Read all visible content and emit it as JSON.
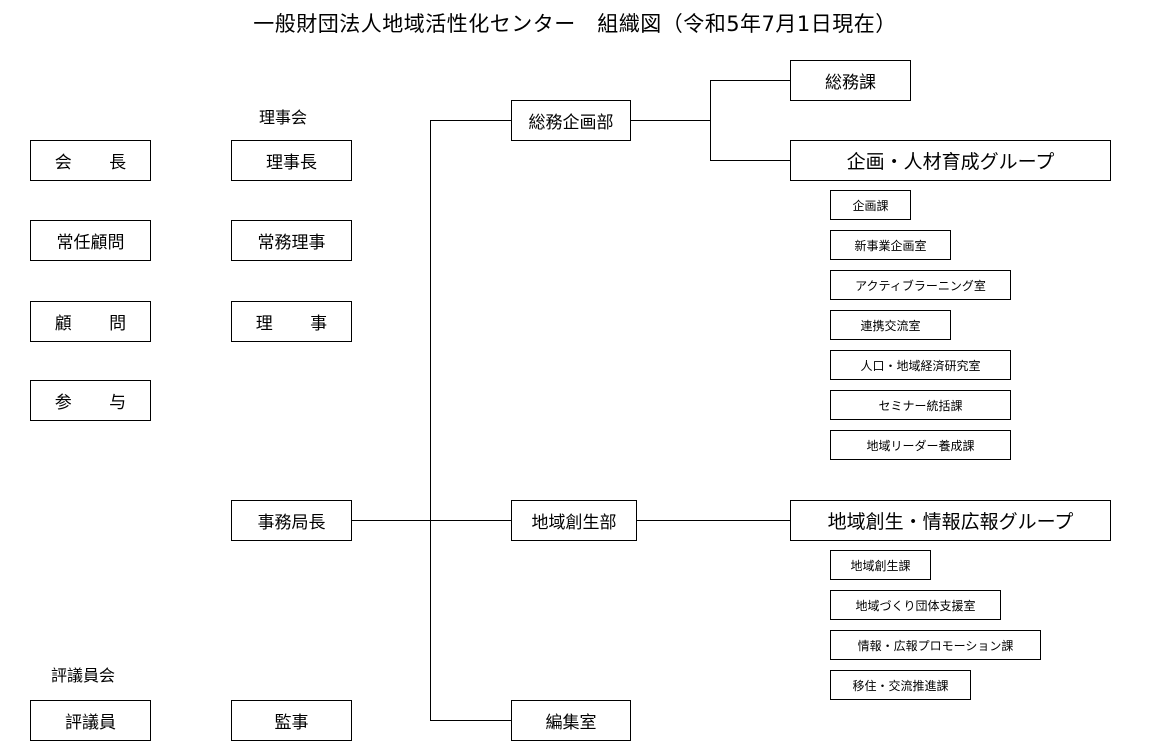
{
  "title": "一般財団法人地域活性化センター　組織図（令和5年7月1日現在）",
  "labels": {
    "board": "理事会",
    "council": "評議員会"
  },
  "left_column": {
    "chairman": "会　長",
    "standing_advisor": "常任顧問",
    "advisor": "顧　問",
    "counselor": "参　与",
    "councilor": "評議員"
  },
  "board_column": {
    "board_chairman": "理事長",
    "executive_director": "常務理事",
    "director": "理　事",
    "secretary_general": "事務局長",
    "auditor": "監事"
  },
  "departments": {
    "general_planning": "総務企画部",
    "regional_creation": "地域創生部",
    "editorial": "編集室"
  },
  "groups": {
    "general_affairs": "総務課",
    "planning_hr": "企画・人材育成グループ",
    "regional_pr": "地域創生・情報広報グループ"
  },
  "planning_hr_units": [
    "企画課",
    "新事業企画室",
    "アクティブラーニング室",
    "連携交流室",
    "人口・地域経済研究室",
    "セミナー統括課",
    "地域リーダー養成課"
  ],
  "regional_pr_units": [
    "地域創生課",
    "地域づくり団体支援室",
    "情報・広報プロモーション課",
    "移住・交流推進課"
  ]
}
